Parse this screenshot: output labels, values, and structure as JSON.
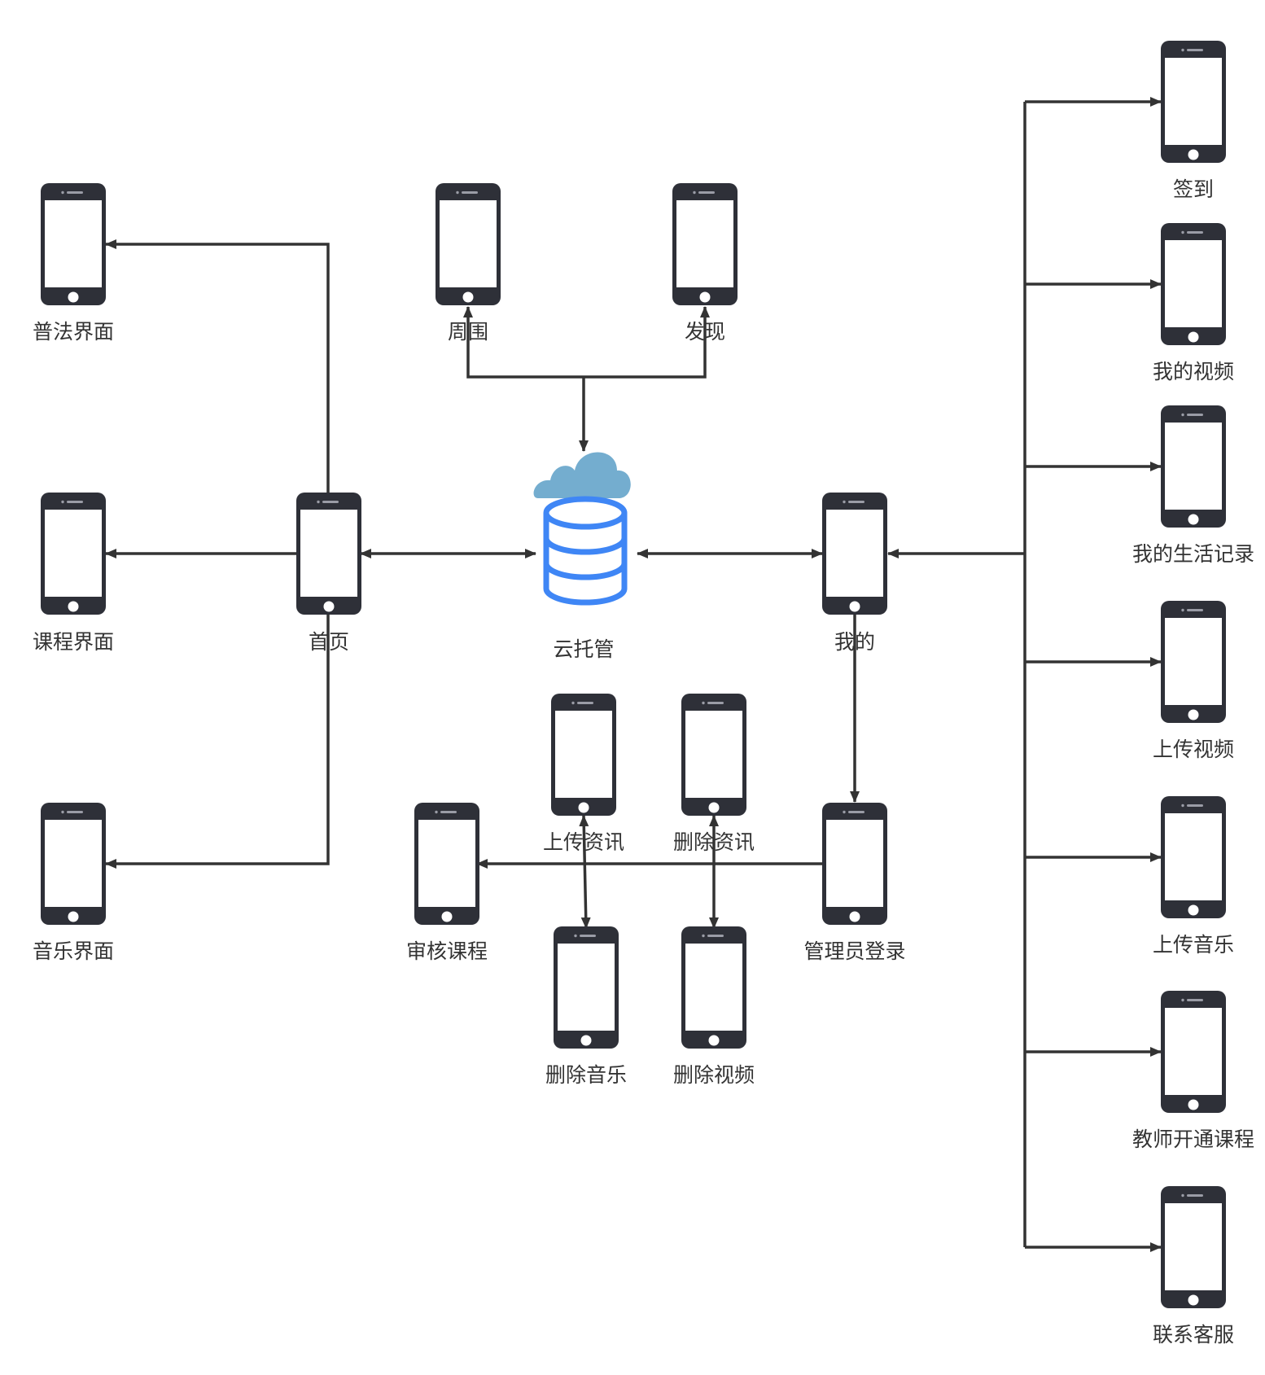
{
  "colors": {
    "line": "#333333",
    "phone_body": "#2e3038",
    "phone_screen": "#ffffff",
    "db_blue": "#3f86f5",
    "cloud_blue": "#74adcf",
    "label": "#333333"
  },
  "nodes": {
    "signin": {
      "label": "签到",
      "icon": "smartphone-icon"
    },
    "my_video": {
      "label": "我的视频",
      "icon": "smartphone-icon"
    },
    "my_life": {
      "label": "我的生活记录",
      "icon": "smartphone-icon"
    },
    "upload_video": {
      "label": "上传视频",
      "icon": "smartphone-icon"
    },
    "upload_music": {
      "label": "上传音乐",
      "icon": "smartphone-icon"
    },
    "teacher": {
      "label": "教师开通课程",
      "icon": "smartphone-icon"
    },
    "contact": {
      "label": "联系客服",
      "icon": "smartphone-icon"
    },
    "pufa": {
      "label": "普法界面",
      "icon": "smartphone-icon"
    },
    "course": {
      "label": "课程界面",
      "icon": "smartphone-icon"
    },
    "music": {
      "label": "音乐界面",
      "icon": "smartphone-icon"
    },
    "home": {
      "label": "首页",
      "icon": "smartphone-icon"
    },
    "around": {
      "label": "周围",
      "icon": "smartphone-icon"
    },
    "discover": {
      "label": "发现",
      "icon": "smartphone-icon"
    },
    "cloud": {
      "label": "云托管",
      "icon": "cloud-database-icon"
    },
    "mine": {
      "label": "我的",
      "icon": "smartphone-icon"
    },
    "admin": {
      "label": "管理员登录",
      "icon": "smartphone-icon"
    },
    "review": {
      "label": "审核课程",
      "icon": "smartphone-icon"
    },
    "upload_news": {
      "label": "上传资讯",
      "icon": "smartphone-icon"
    },
    "delete_news": {
      "label": "删除资讯",
      "icon": "smartphone-icon"
    },
    "delete_music": {
      "label": "删除音乐",
      "icon": "smartphone-icon"
    },
    "delete_video": {
      "label": "删除视频",
      "icon": "smartphone-icon"
    }
  },
  "edges": [
    {
      "from": "home",
      "to": "pufa",
      "direction": "forward"
    },
    {
      "from": "home",
      "to": "course",
      "direction": "forward"
    },
    {
      "from": "home",
      "to": "music",
      "direction": "forward"
    },
    {
      "from": "home",
      "to": "cloud",
      "direction": "both"
    },
    {
      "from": "cloud",
      "to": "mine",
      "direction": "both"
    },
    {
      "from": "cloud",
      "to": "around",
      "direction": "forward"
    },
    {
      "from": "cloud",
      "to": "discover",
      "direction": "forward"
    },
    {
      "from": "around",
      "to": "cloud",
      "direction": "forward"
    },
    {
      "from": "mine",
      "to": "signin",
      "direction": "forward"
    },
    {
      "from": "mine",
      "to": "my_video",
      "direction": "forward"
    },
    {
      "from": "mine",
      "to": "my_life",
      "direction": "forward"
    },
    {
      "from": "mine",
      "to": "upload_video",
      "direction": "forward"
    },
    {
      "from": "mine",
      "to": "upload_music",
      "direction": "forward"
    },
    {
      "from": "mine",
      "to": "teacher",
      "direction": "forward"
    },
    {
      "from": "mine",
      "to": "contact",
      "direction": "forward"
    },
    {
      "from": "bus",
      "to": "mine",
      "direction": "forward"
    },
    {
      "from": "mine",
      "to": "admin",
      "direction": "forward"
    },
    {
      "from": "admin",
      "to": "review",
      "direction": "forward"
    },
    {
      "from": "upload_news",
      "to": "delete_music",
      "direction": "both"
    },
    {
      "from": "delete_news",
      "to": "delete_video",
      "direction": "both"
    }
  ]
}
